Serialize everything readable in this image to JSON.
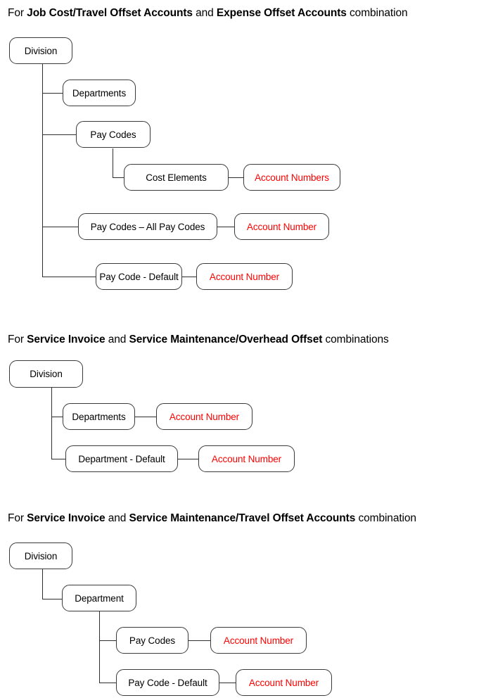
{
  "document": {
    "title": "Offset Account Hierarchy Diagrams",
    "accent_red": "#ff0000",
    "box_border": "#3a3a3a",
    "connector_color": "#2e2e2e"
  },
  "sections": [
    {
      "heading": {
        "prefix": "For ",
        "bold1": "Job Cost/Travel Offset Accounts",
        "middle": " and ",
        "bold2": "Expense Offset Accounts",
        "suffix": " combination"
      },
      "nodes": [
        {
          "id": "s1-division",
          "label": "Division"
        },
        {
          "id": "s1-departments",
          "label": "Departments"
        },
        {
          "id": "s1-pay-codes",
          "label": "Pay Codes"
        },
        {
          "id": "s1-cost-elements",
          "label": "Cost Elements"
        },
        {
          "id": "s1-account-numbers",
          "label": "Account Numbers"
        },
        {
          "id": "s1-pay-codes-all",
          "label": "Pay Codes – All Pay Codes"
        },
        {
          "id": "s1-account-number-1",
          "label": "Account Number"
        },
        {
          "id": "s1-pay-code-default",
          "label": "Pay Code - Default"
        },
        {
          "id": "s1-account-number-2",
          "label": "Account Number"
        }
      ]
    },
    {
      "heading": {
        "prefix": "For ",
        "bold1": "Service Invoice",
        "middle": " and ",
        "bold2": "Service Maintenance/Overhead Offset",
        "suffix": " combinations"
      },
      "nodes": [
        {
          "id": "s2-division",
          "label": "Division"
        },
        {
          "id": "s2-departments",
          "label": "Departments"
        },
        {
          "id": "s2-account-number-1",
          "label": "Account Number"
        },
        {
          "id": "s2-department-default",
          "label": "Department - Default"
        },
        {
          "id": "s2-account-number-2",
          "label": "Account Number"
        }
      ]
    },
    {
      "heading": {
        "prefix": "For ",
        "bold1": "Service Invoice",
        "middle": " and ",
        "bold2": "Service Maintenance/Travel Offset Accounts",
        "suffix": " combination"
      },
      "nodes": [
        {
          "id": "s3-division",
          "label": "Division"
        },
        {
          "id": "s3-department",
          "label": "Department"
        },
        {
          "id": "s3-pay-codes",
          "label": "Pay Codes"
        },
        {
          "id": "s3-account-number-1",
          "label": "Account Number"
        },
        {
          "id": "s3-pay-code-default",
          "label": "Pay Code - Default"
        },
        {
          "id": "s3-account-number-2",
          "label": "Account Number"
        }
      ]
    }
  ]
}
